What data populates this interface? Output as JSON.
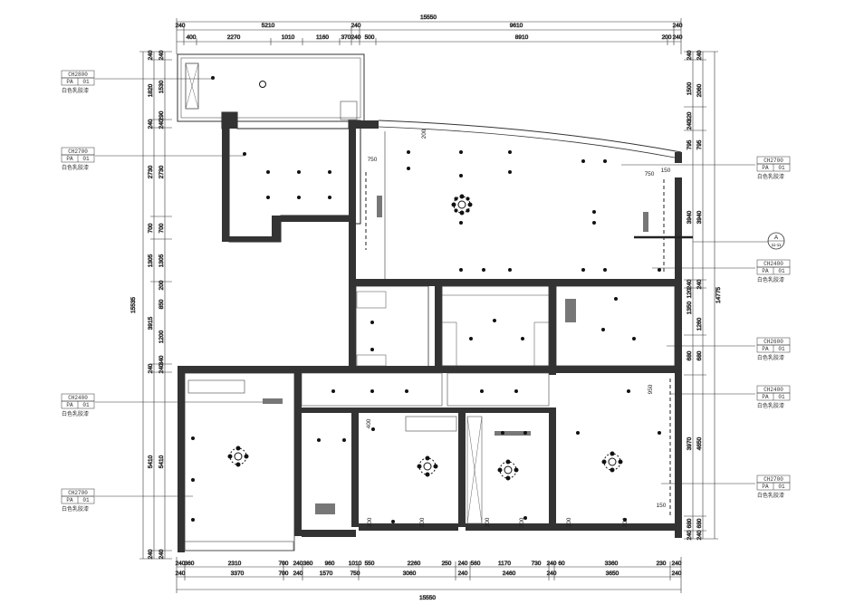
{
  "dimensions": {
    "top_total": "15550",
    "top_row1": [
      "240",
      "5210",
      "240",
      "9610",
      "240"
    ],
    "top_row2": [
      "400",
      "2270",
      "1010",
      "1160",
      "370",
      "240",
      "500",
      "8910",
      "200",
      "240"
    ],
    "bottom_total": "15550",
    "bottom_row1": [
      "240",
      "3370",
      "700",
      "240",
      "1570",
      "750",
      "3060",
      "240",
      "2460",
      "240",
      "3650",
      "240"
    ],
    "bottom_row2": [
      "240",
      "360",
      "2310",
      "700",
      "240",
      "360",
      "960",
      "1010",
      "550",
      "2260",
      "250",
      "240",
      "560",
      "1170",
      "730",
      "240",
      "60",
      "3360",
      "230",
      "240"
    ],
    "left_total": "15535",
    "left_outer": [
      "240",
      "1820",
      "240",
      "2730",
      "700",
      "1305",
      "3915",
      "240",
      "5410",
      "240"
    ],
    "left_inner": [
      "240",
      "1530",
      "290",
      "240",
      "2730",
      "700",
      "1305",
      "200",
      "850",
      "1200",
      "340",
      "240",
      "5410",
      "240"
    ],
    "right_total": "14775",
    "right_outer": [
      "240",
      "2060",
      "795",
      "3940",
      "240",
      "1260",
      "680",
      "4650",
      "680",
      "240"
    ],
    "right_inner": [
      "240",
      "1500",
      "320",
      "240",
      "795",
      "3940",
      "240",
      "120",
      "1350",
      "680",
      "3970",
      "680",
      "240"
    ],
    "interior": [
      "750",
      "750",
      "150",
      "950",
      "400",
      "150",
      "200",
      "200",
      "200",
      "200",
      "200",
      "200",
      "200"
    ]
  },
  "ceiling_tags": [
    {
      "id": "tag-l1",
      "height": "CH2800",
      "code": "PA",
      "num": "01",
      "finish": "白色乳胶漆"
    },
    {
      "id": "tag-l2",
      "height": "CH2700",
      "code": "PA",
      "num": "01",
      "finish": "白色乳胶漆"
    },
    {
      "id": "tag-l3",
      "height": "CH2400",
      "code": "PA",
      "num": "01",
      "finish": "白色乳胶漆"
    },
    {
      "id": "tag-l4",
      "height": "CH2700",
      "code": "PA",
      "num": "01",
      "finish": "白色乳胶漆"
    },
    {
      "id": "tag-r1",
      "height": "CH2700",
      "code": "PA",
      "num": "01",
      "finish": "白色乳胶漆"
    },
    {
      "id": "tag-r2",
      "height": "CH2400",
      "code": "PA",
      "num": "01",
      "finish": "白色乳胶漆"
    },
    {
      "id": "tag-r3",
      "height": "CH2600",
      "code": "PA",
      "num": "01",
      "finish": "白色乳胶漆"
    },
    {
      "id": "tag-r4",
      "height": "CH2400",
      "code": "PA",
      "num": "01",
      "finish": "白色乳胶漆"
    },
    {
      "id": "tag-r5",
      "height": "CH2700",
      "code": "PA",
      "num": "01",
      "finish": "白色乳胶漆"
    }
  ],
  "section_marker": {
    "letter": "A",
    "sheet": "11-11"
  }
}
